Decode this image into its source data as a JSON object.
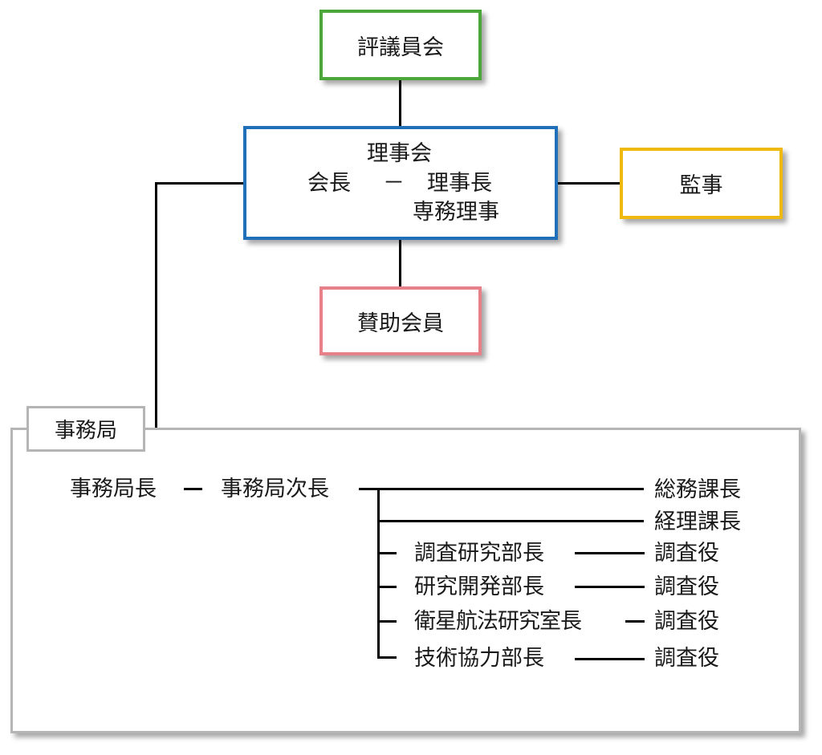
{
  "colors": {
    "hyogiinkai_border": "#4CA63A",
    "rijikai_border": "#1F6FBA",
    "kanji_border": "#F0B90F",
    "sanjo_border": "#E8808A",
    "jimukyoku_border": "#B5B5B5"
  },
  "nodes": {
    "hyogiinkai": "評議員会",
    "rijikai_title": "理事会",
    "rijikai_kaicho": "会長",
    "rijikai_dash": "－",
    "rijikai_rijicho": "理事長",
    "rijikai_senmu": "専務理事",
    "kanji": "監事",
    "sanjo": "賛助会員"
  },
  "secretariat": {
    "label": "事務局",
    "head": "事務局長",
    "deputy": "事務局次長",
    "divisions": [
      {
        "name": "総務課長"
      },
      {
        "name": "経理課長"
      },
      {
        "name": "調査研究部長",
        "staff": "調査役"
      },
      {
        "name": "研究開発部長",
        "staff": "調査役"
      },
      {
        "name": "衛星航法研究室長",
        "staff": "調査役"
      },
      {
        "name": "技術協力部長",
        "staff": "調査役"
      }
    ]
  }
}
